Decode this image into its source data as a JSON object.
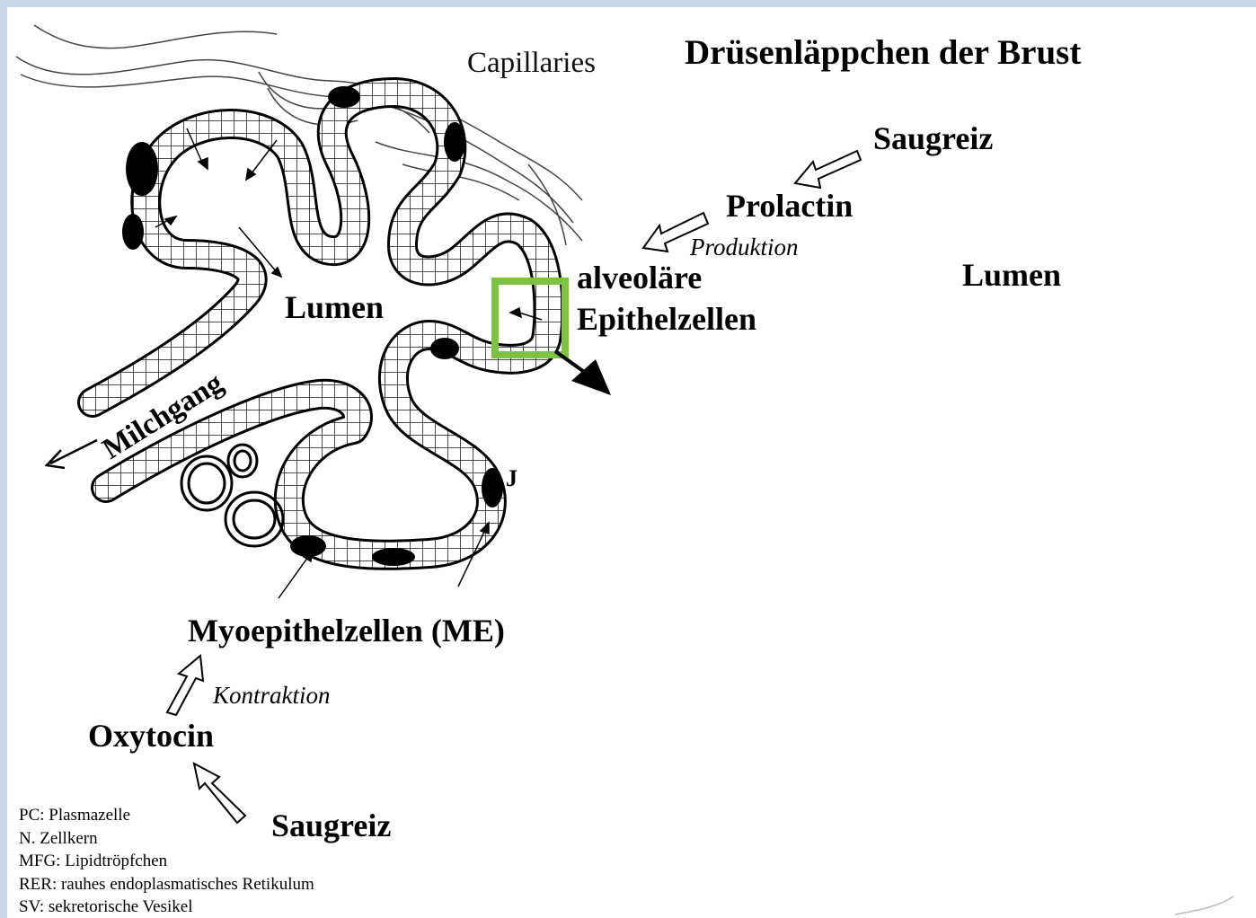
{
  "title": "Drüsenläppchen der Brust",
  "labels": {
    "capillaries": "Capillaries",
    "saugreiz_top": "Saugreiz",
    "prolactin": "Prolactin",
    "produktion": "Produktion",
    "alveolaere": "alveoläre",
    "epithelzellen": "Epithelzellen",
    "lumen_right": "Lumen",
    "lumen_left": "Lumen",
    "milchgang": "Milchgang",
    "j_mark": "J",
    "myoepithelzellen": "Myoepithelzellen (ME)",
    "kontraktion": "Kontraktion",
    "oxytocin": "Oxytocin",
    "saugreiz_bottom": "Saugreiz"
  },
  "legend": [
    "PC: Plasmazelle",
    "N. Zellkern",
    "MFG: Lipidtröpfchen",
    "RER: rauhes endoplasmatisches Retikulum",
    "SV: sekretorische Vesikel"
  ],
  "colors": {
    "background": "#c9d9ea",
    "slide": "#ffffff",
    "highlight_box": "#7dc242",
    "ink": "#000000"
  }
}
